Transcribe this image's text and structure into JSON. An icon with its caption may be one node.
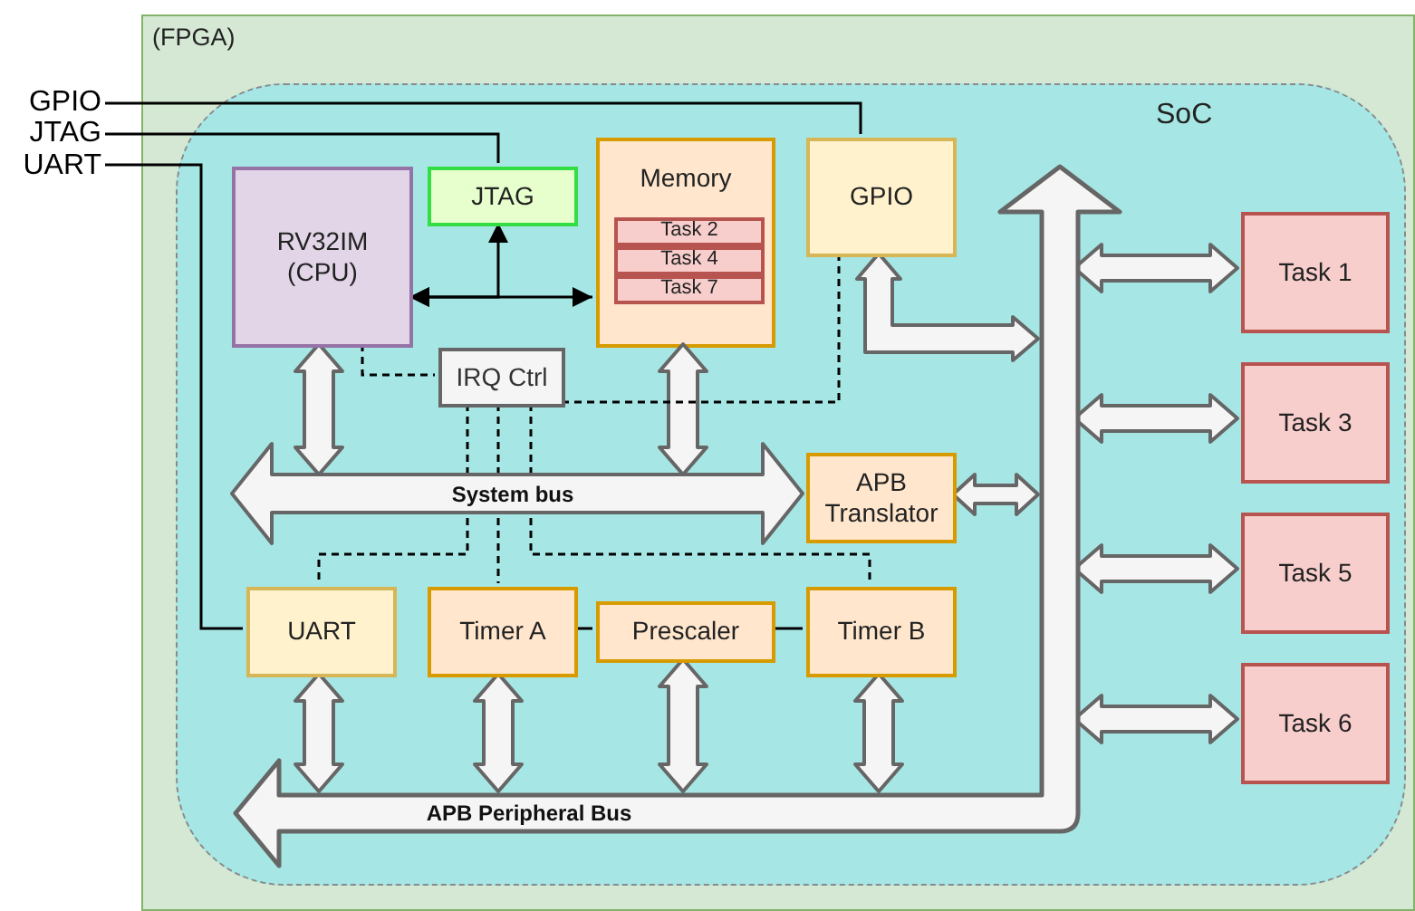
{
  "diagram": {
    "nodes": [
      {
        "text": [
          "(FPGA)"
        ]
      },
      {
        "text": [
          "SoC"
        ],
        "in": 0
      },
      {
        "text": [
          "GPIO"
        ]
      },
      {
        "text": [
          "JTAG"
        ]
      },
      {
        "text": [
          "UART"
        ]
      },
      {
        "text": [
          "RV32IM (CPU)"
        ],
        "in": 1
      },
      {
        "text": [
          "JTAG"
        ],
        "in": 1
      },
      {
        "text": [
          "Memory"
        ],
        "in": 1
      },
      {
        "text": [
          "Task 2"
        ],
        "in": 7
      },
      {
        "text": [
          "Task 4"
        ],
        "in": 7
      },
      {
        "text": [
          "Task 7"
        ],
        "in": 7
      },
      {
        "text": [
          "GPIO"
        ],
        "in": 1
      },
      {
        "text": [
          "IRQ Ctrl"
        ],
        "in": 1
      },
      {
        "text": [
          "APB Translator"
        ],
        "in": 1
      },
      {
        "text": [
          "APB Peripheral Bus"
        ],
        "in": 1
      },
      {
        "text": [
          "UART"
        ],
        "in": 1
      },
      {
        "text": [
          "Timer A"
        ],
        "in": 1
      },
      {
        "text": [
          "Prescaler"
        ],
        "in": 1
      },
      {
        "text": [
          "Timer B"
        ],
        "in": 1
      },
      {
        "text": [
          "Task 1"
        ],
        "in": 1
      },
      {
        "text": [
          "Task 3"
        ],
        "in": 1
      },
      {
        "text": [
          "Task 5"
        ],
        "in": 1
      },
      {
        "text": [
          "Task 6"
        ],
        "in": 1
      }
    ],
    "edges": [
      {
        "from": 2,
        "to": 11,
        "arrow": "none"
      },
      {
        "from": 3,
        "to": 6,
        "arrow": "none"
      },
      {
        "from": 4,
        "to": 15,
        "arrow": "none"
      },
      {
        "from": 5,
        "to": 7,
        "arrow": "both"
      },
      {
        "from": 5,
        "to": 6,
        "arrow": "both"
      },
      {
        "from": 5,
        "to": null,
        "arrow": "both",
        "style": "thick"
      },
      {
        "from": 7,
        "to": null,
        "arrow": "both",
        "style": "thick"
      },
      {
        "from": 11,
        "to": 14,
        "arrow": "both",
        "style": "thick"
      },
      {
        "from": 13,
        "to": 14,
        "arrow": "both",
        "style": "thick"
      },
      {
        "from": 14,
        "to": 19,
        "arrow": "both",
        "style": "thick"
      },
      {
        "from": 14,
        "to": 20,
        "arrow": "both",
        "style": "thick"
      },
      {
        "from": 14,
        "to": 21,
        "arrow": "both",
        "style": "thick"
      },
      {
        "from": 14,
        "to": 22,
        "arrow": "both",
        "style": "thick"
      },
      {
        "from": 15,
        "to": 14,
        "arrow": "both",
        "style": "thick"
      },
      {
        "from": 16,
        "to": 14,
        "arrow": "both",
        "style": "thick"
      },
      {
        "from": 17,
        "to": 14,
        "arrow": "both",
        "style": "thick"
      },
      {
        "from": 18,
        "to": 14,
        "arrow": "both",
        "style": "thick"
      },
      {
        "from": 16,
        "to": 17,
        "arrow": "none"
      },
      {
        "from": 17,
        "to": 18,
        "arrow": "none"
      },
      {
        "from": 5,
        "to": 12,
        "arrow": "none",
        "style": "dashed"
      },
      {
        "from": 11,
        "to": 12,
        "arrow": "none",
        "style": "dashed"
      },
      {
        "from": 12,
        "to": 15,
        "arrow": "none",
        "style": "dashed"
      },
      {
        "from": 12,
        "to": 16,
        "arrow": "none",
        "style": "dashed"
      },
      {
        "from": 12,
        "to": 18,
        "arrow": "none",
        "style": "dashed"
      },
      {
        "from": null,
        "to": 13,
        "arrow": "both",
        "style": "thick",
        "label": "System bus"
      }
    ]
  }
}
